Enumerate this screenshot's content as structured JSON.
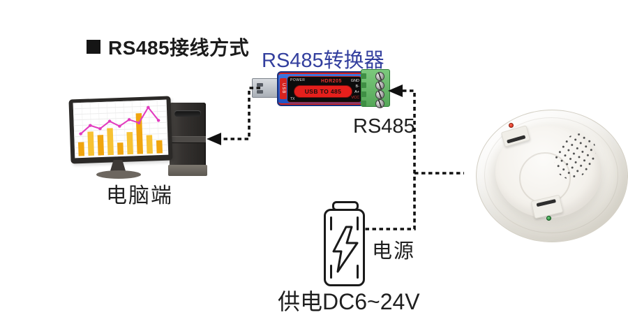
{
  "title": {
    "text": "RS485接线方式"
  },
  "converter": {
    "label": "RS485转换器",
    "model": "HDR205",
    "face_text": "USB TO 485",
    "power_text": "POWER",
    "usb_text": "USB",
    "tx_text": "TX",
    "pins": [
      "GND",
      "B-",
      "A+",
      "VCC"
    ]
  },
  "computer": {
    "label": "电脑端"
  },
  "bus": {
    "label": "RS485"
  },
  "power": {
    "label": "电源",
    "supply_text": "供电DC6~24V"
  },
  "colors": {
    "title_black": "#151515",
    "converter_label_blue": "#333f9e",
    "converter_body_blue": "#2457c5",
    "converter_red": "#e51f1c",
    "terminal_green": "#67b868",
    "wire_black": "#111111",
    "bar_orange_dark": "#f0a githubf",
    "bar_orange": "#f0a50f",
    "bar_yellow": "#f7c233",
    "line_pink": "#e23bbf",
    "detector_shell": "#f3f1ec"
  },
  "monitor_chart": {
    "type": "bar",
    "bar_values": [
      30,
      52,
      44,
      58,
      26,
      48,
      88,
      40,
      28
    ],
    "line_values": [
      38,
      56,
      48,
      64,
      52,
      66,
      58,
      92,
      62
    ],
    "bar_colors": [
      "#f0a50f",
      "#f7c233"
    ],
    "line_color": "#e23bbf"
  }
}
